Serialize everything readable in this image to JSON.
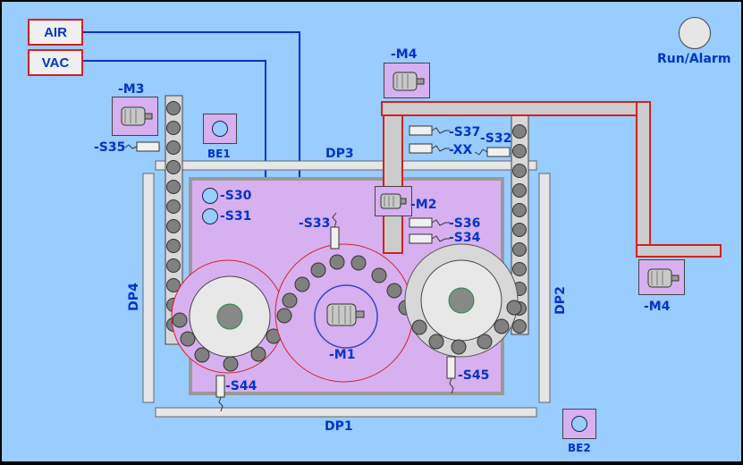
{
  "buttons": {
    "air": "AIR",
    "vac": "VAC"
  },
  "status": {
    "run_alarm": "Run/Alarm"
  },
  "motors": {
    "m1": "-M1",
    "m2": "-M2",
    "m3": "-M3",
    "m4_top": "-M4",
    "m4_right": "-M4"
  },
  "beacons": {
    "be1": "BE1",
    "be2": "BE2"
  },
  "dead_plates": {
    "dp1": "DP1",
    "dp2": "DP2",
    "dp3": "DP3",
    "dp4": "DP4"
  },
  "indicators": {
    "s30": "-S30",
    "s31": "-S31"
  },
  "sensors": {
    "s32": "-S32",
    "s33": "-S33",
    "s34": "-S34",
    "s35": "-S35",
    "s36": "-S36",
    "s37": "-S37",
    "s44": "-S44",
    "s45": "-S45",
    "xx": "-XX"
  },
  "colors": {
    "background": "#99ccff",
    "frame_panel": "#d7b0f0",
    "frame_border": "#999999",
    "wire": "#0033cc",
    "duct": "#d42020",
    "label": "#0033cc"
  },
  "icons": {
    "motor": "motor-icon",
    "beacon": "beacon-icon",
    "lamp": "status-lamp-icon"
  }
}
